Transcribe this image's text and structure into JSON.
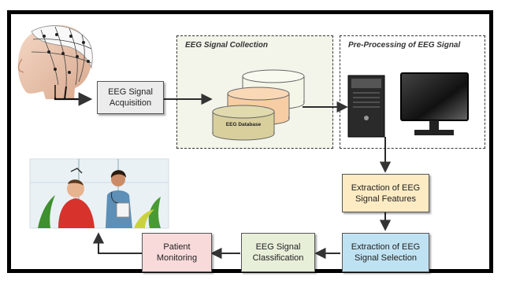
{
  "panels": {
    "collection_title": "EEG Signal  Collection",
    "preprocessing_title": "Pre-Processing of EEG Signal"
  },
  "boxes": {
    "acquisition": "EEG Signal\nAcquisition",
    "features": "Extraction of EEG\nSignal Features",
    "selection": "Extraction of EEG\nSignal Selection",
    "classification": "EEG Signal\nClassification",
    "monitoring": "Patient\nMonitoring"
  },
  "database_label": "EEG Database",
  "colors": {
    "acquisition_fill": "#ececec",
    "features_fill": "#fdebc3",
    "selection_fill": "#bfe2f2",
    "classification_fill": "#e7efd9",
    "monitoring_fill": "#f9dadb",
    "panel_fill": "#f3f5ea",
    "db_cylinder_1": "#f4f6e8",
    "db_cylinder_2": "#f7cda4",
    "db_cylinder_3": "#d8cf9c"
  },
  "icons": [
    "eeg-head-icon",
    "computer-tower-icon",
    "monitor-icon",
    "doctor-patient-illustration"
  ]
}
